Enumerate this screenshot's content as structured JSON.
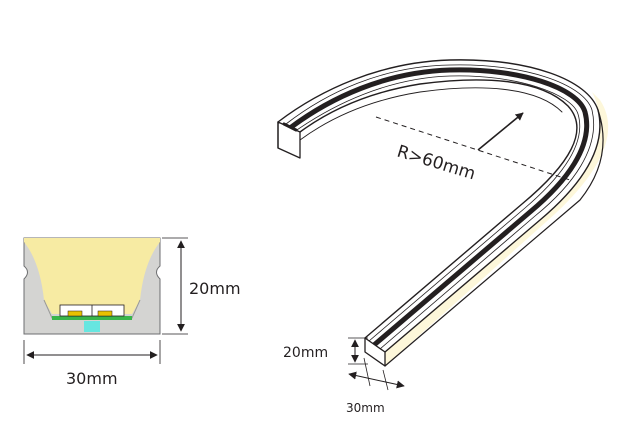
{
  "cross_section": {
    "height_label": "20mm",
    "width_label": "30mm"
  },
  "strip": {
    "radius_label": "R>60mm",
    "height_label": "20mm",
    "width_label": "30mm"
  },
  "colors": {
    "housing": "#d4d4d2",
    "diffuser": "#f7eba3",
    "strip_glow": "#fdf7da",
    "pcb": "#39b54a",
    "led_chip": "#e8c100",
    "connector": "#66e6e0",
    "line": "#231f20"
  }
}
